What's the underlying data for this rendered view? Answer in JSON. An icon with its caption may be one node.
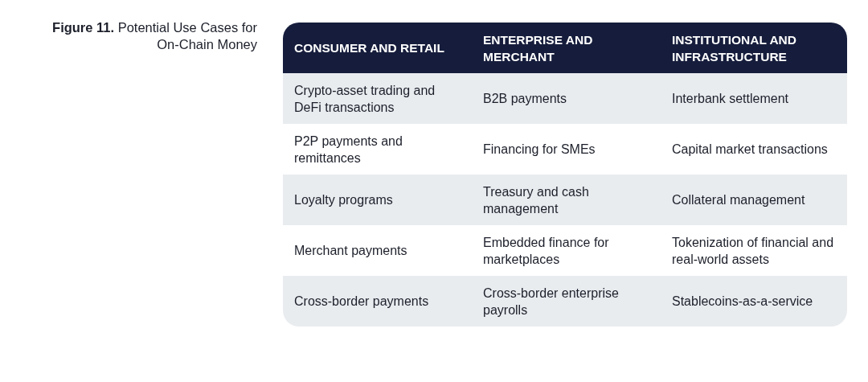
{
  "diagram": {
    "title": "**Figure 11.** Potential Use Cases for On-Chain Money",
    "labels": [
      "CONSUMER AND RETAIL",
      "ENTERPRISE AND MERCHANT",
      "INSTITUTIONAL AND INFRASTRUCTURE",
      "Crypto-asset trading and DeFi transactions",
      "B2B payments",
      "Interbank settlement",
      "P2P payments and remittances",
      "Financing for SMEs",
      "Capital market transactions",
      "Loyalty programs",
      "Treasury and cash management",
      "Collateral management",
      "Merchant payments",
      "Embedded finance for marketplaces",
      "Tokenization of financial and real-world assets",
      "Cross-border payments",
      "Cross-border enterprise payrolls",
      "Stablecoins-as-a-service"
    ]
  }
}
